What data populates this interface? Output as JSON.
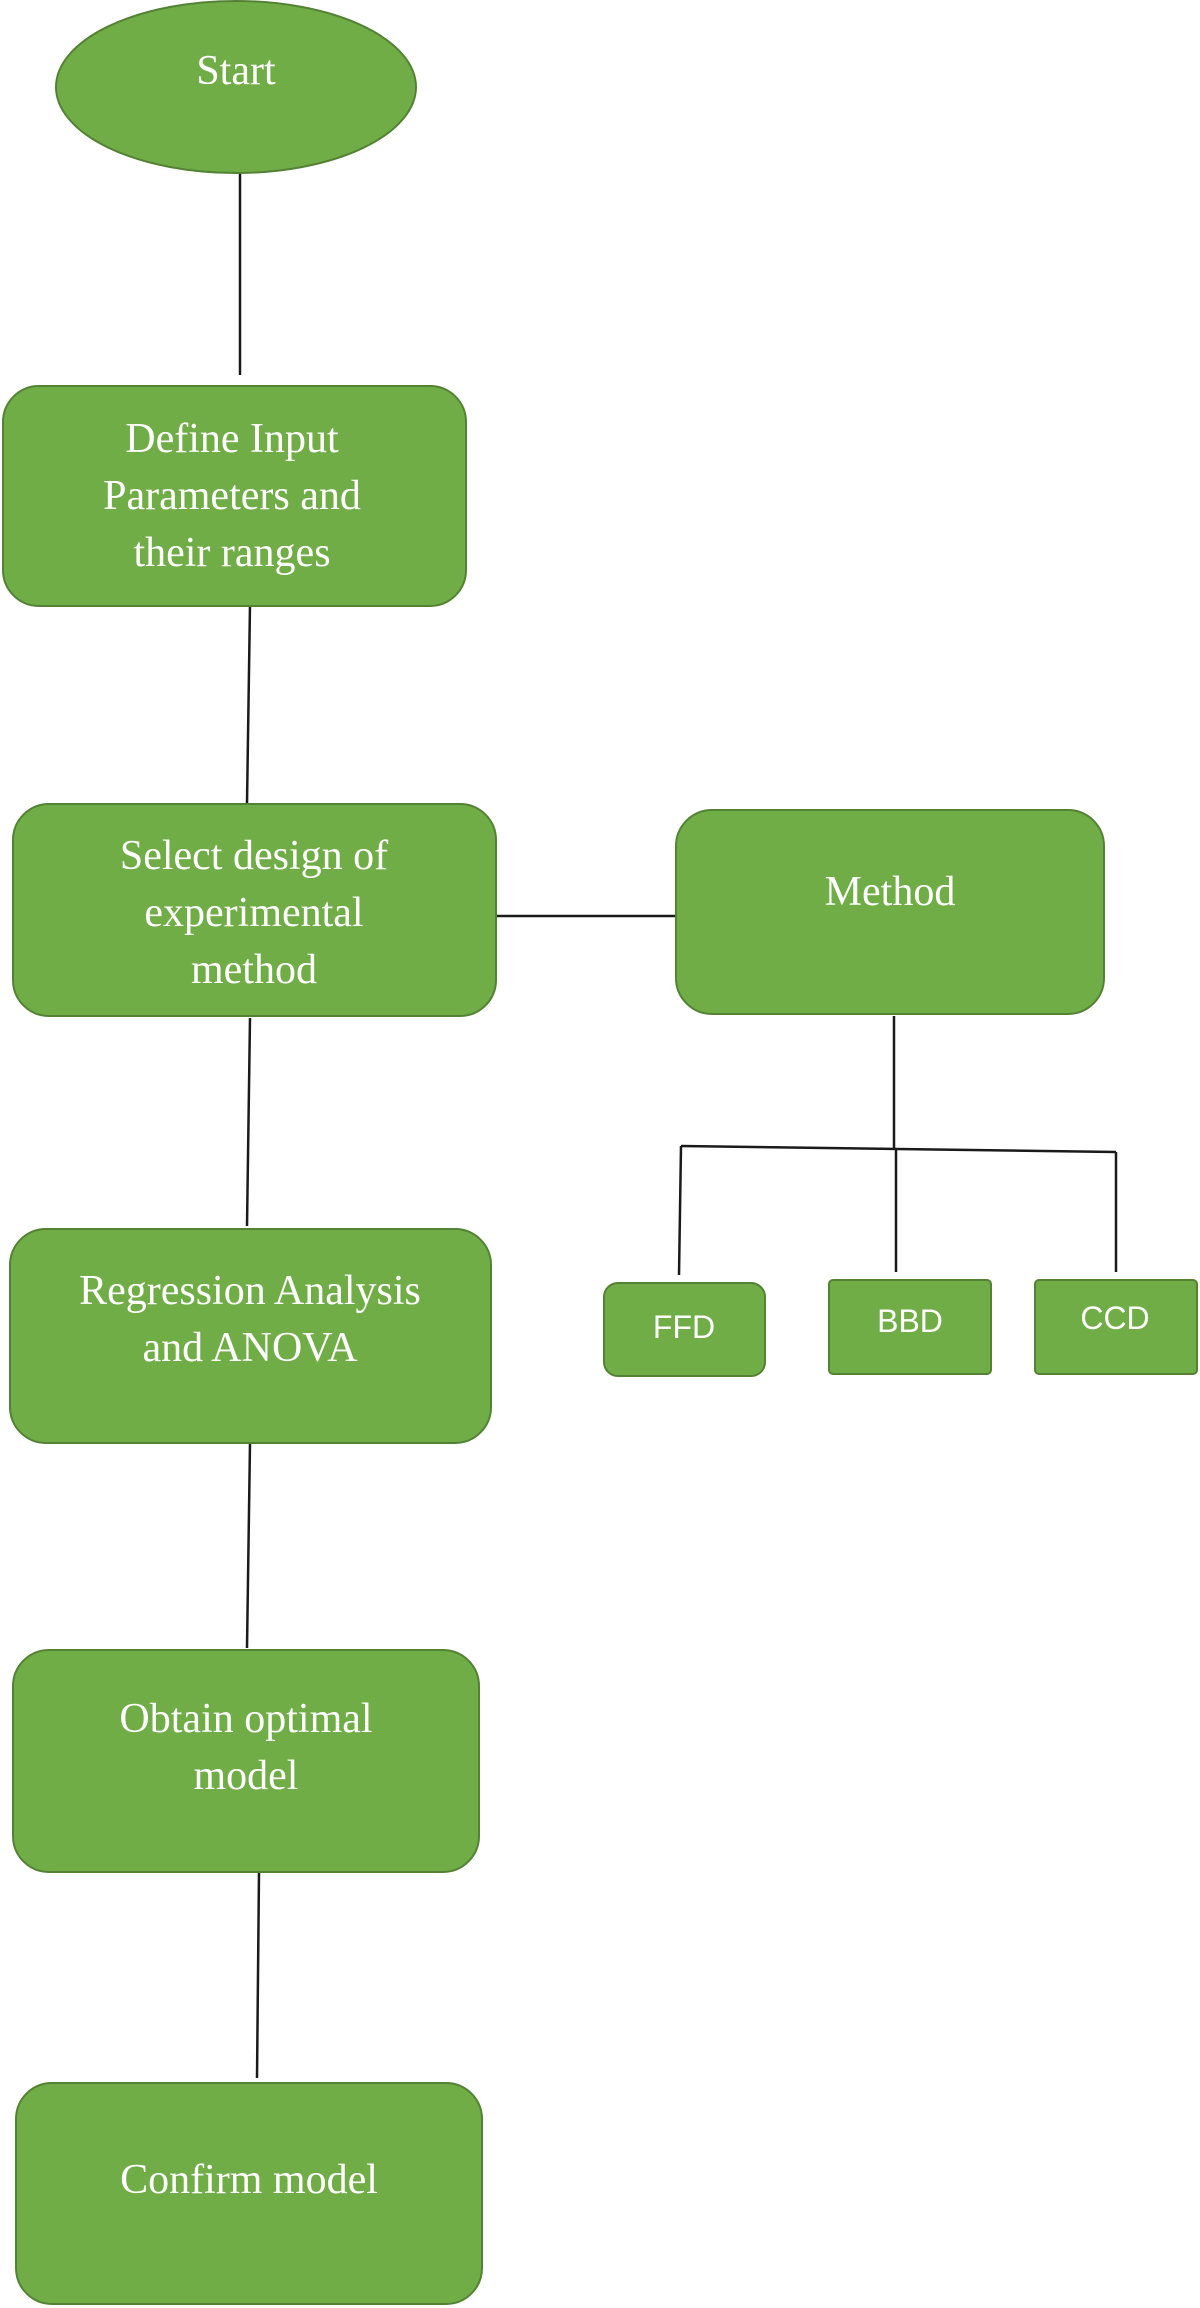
{
  "colors": {
    "node_fill": "#70ad47",
    "node_border": "#548235",
    "connector": "#1a1a1a",
    "text": "#ffffff",
    "background": "#ffffff"
  },
  "flowchart": {
    "start": {
      "label": "Start"
    },
    "define_input": {
      "lines": [
        "Define Input",
        "Parameters and",
        "their ranges"
      ]
    },
    "select_design": {
      "lines": [
        "Select design of",
        "experimental",
        "method"
      ]
    },
    "method": {
      "label": "Method"
    },
    "regression": {
      "lines": [
        "Regression Analysis",
        "and ANOVA"
      ]
    },
    "obtain_model": {
      "lines": [
        "Obtain optimal",
        "model"
      ]
    },
    "confirm_model": {
      "label": "Confirm model"
    },
    "methods": [
      {
        "label": "FFD"
      },
      {
        "label": "BBD"
      },
      {
        "label": "CCD"
      }
    ]
  }
}
